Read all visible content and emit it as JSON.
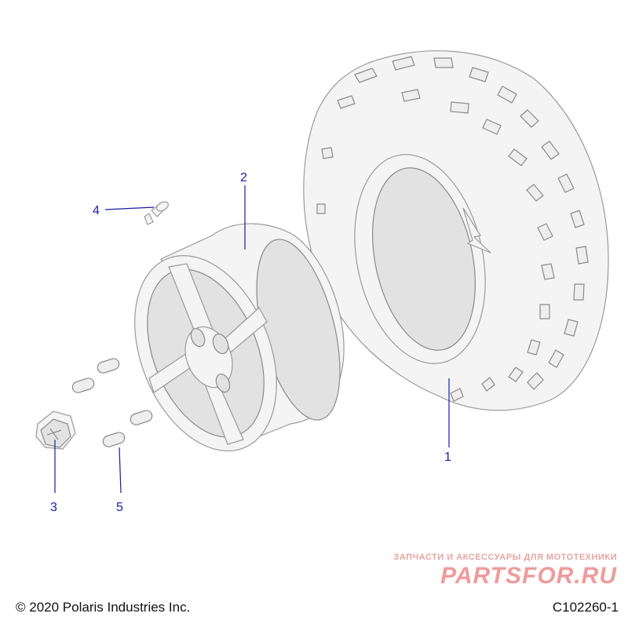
{
  "callouts": {
    "c1": "1",
    "c2": "2",
    "c3": "3",
    "c4": "4",
    "c5": "5"
  },
  "footer": {
    "copyright": "© 2020 Polaris Industries Inc.",
    "code": "C102260-1"
  },
  "watermark": {
    "tagline": "ЗАПЧАСТИ И АКСЕССУАРЫ ДЛЯ МОТОТЕХНИКИ",
    "brand": "PARTSFOR.RU"
  },
  "colors": {
    "callout": "#1a1aa6",
    "watermark": "#ef9b9b"
  }
}
